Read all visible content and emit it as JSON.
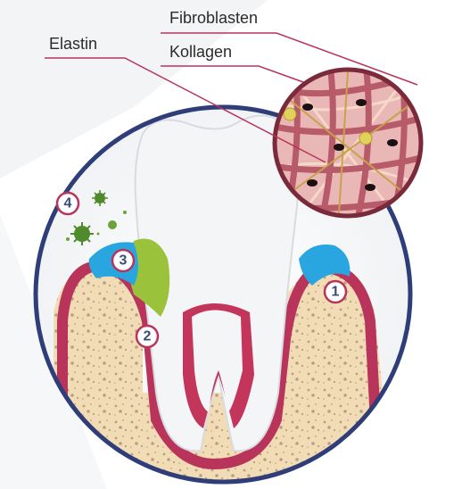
{
  "labels": {
    "fibroblasten": "Fibroblasten",
    "kollagen": "Kollagen",
    "elastin": "Elastin"
  },
  "markers": [
    "1",
    "2",
    "3",
    "4"
  ],
  "colors": {
    "ring": "#2f3d78",
    "bone": "#f2dcb6",
    "gum": "#b8345a",
    "tooth": "#f4f5f7",
    "fluid": "#29a6e0",
    "plaque": "#9ac23a",
    "bacteria": "#4f8a2b",
    "tissue": "#b75a6a"
  },
  "icons": [
    "virus-icon",
    "bacteria-icon"
  ]
}
